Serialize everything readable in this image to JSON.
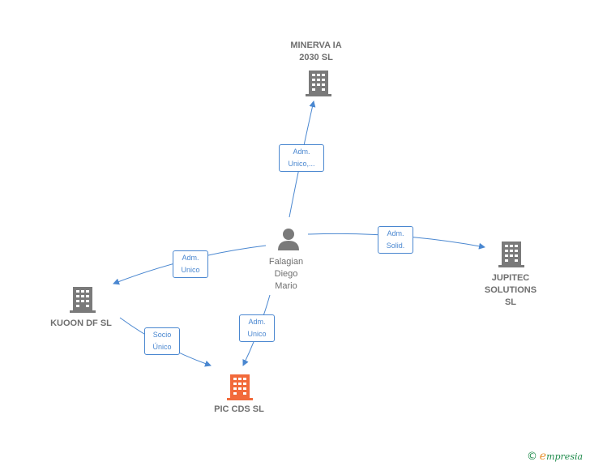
{
  "colors": {
    "edge": "#4a87d0",
    "building": "#7a7a7a",
    "building_highlight": "#f26a3b",
    "label": "#6f6f6f"
  },
  "nodes": {
    "minerva": {
      "label": "MINERVA IA\n2030  SL",
      "icon": "building-icon"
    },
    "person": {
      "label": "Falagian\nDiego\nMario",
      "icon": "person-icon"
    },
    "jupitec": {
      "label": "JUPITEC\nSOLUTIONS\nSL",
      "icon": "building-icon"
    },
    "kuoon": {
      "label": "KUOON DF  SL",
      "icon": "building-icon"
    },
    "pic": {
      "label": "PIC CDS  SL",
      "icon": "building-icon"
    }
  },
  "edges": {
    "minerva": "Adm.\nUnico,...",
    "jupitec": "Adm.\nSolid.",
    "kuoon": "Adm.\nUnico",
    "pic": "Adm.\nUnico",
    "kuoon_pic": "Socio\nÚnico"
  },
  "brand": {
    "copyright": "©",
    "initial": "e",
    "rest": "mpresia"
  }
}
